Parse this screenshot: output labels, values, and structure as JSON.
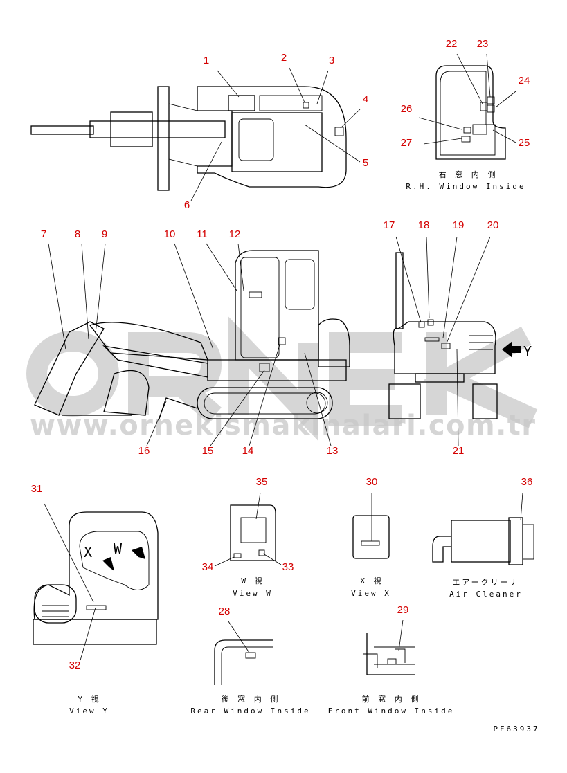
{
  "watermark": {
    "brand": "ORNEK",
    "url": "www.ornekismakinalari.com.tr"
  },
  "callouts": [
    "1",
    "2",
    "3",
    "4",
    "5",
    "6",
    "7",
    "8",
    "9",
    "10",
    "11",
    "12",
    "13",
    "14",
    "15",
    "16",
    "17",
    "18",
    "19",
    "20",
    "21",
    "22",
    "23",
    "24",
    "25",
    "26",
    "27",
    "28",
    "29",
    "30",
    "31",
    "32",
    "33",
    "34",
    "35",
    "36"
  ],
  "captions": {
    "rh_window_jp": "右 窓 内 側",
    "rh_window_en": "R.H. Window Inside",
    "view_w_jp": "W  視",
    "view_w_en": "View W",
    "view_x_jp": "X  視",
    "view_x_en": "View X",
    "air_cleaner_jp": "エアークリーナ",
    "air_cleaner_en": "Air Cleaner",
    "view_y_jp": "Y  視",
    "view_y_en": "View Y",
    "rear_window_jp": "後 窓 内 側",
    "rear_window_en": "Rear Window Inside",
    "front_window_jp": "前 窓 内 側",
    "front_window_en": "Front Window Inside",
    "view_y_arrow": "Y",
    "view_w_mark": "W",
    "view_x_mark": "X",
    "part_code": "PF63937"
  },
  "colors": {
    "callout": "#d40000",
    "watermark": "#c8c8c8"
  }
}
